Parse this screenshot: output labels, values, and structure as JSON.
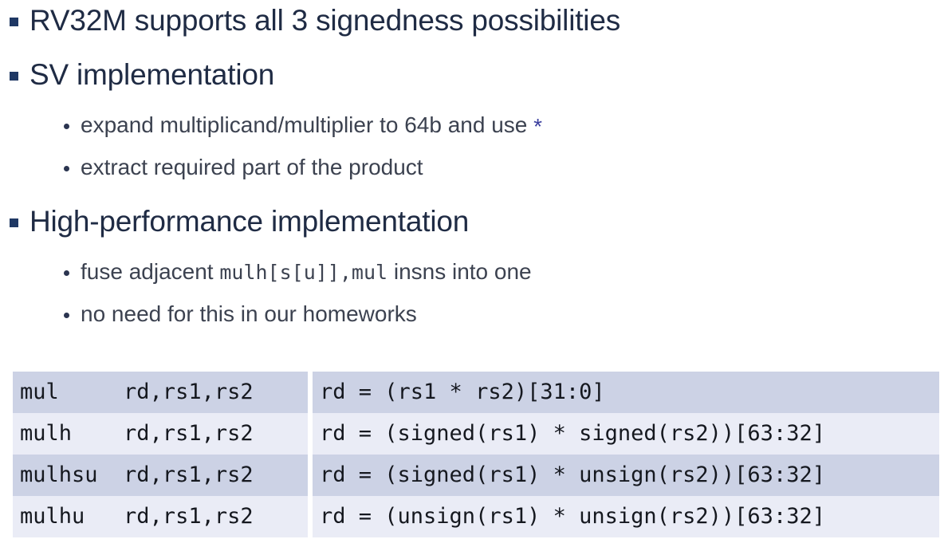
{
  "slide": {
    "bullets": [
      {
        "level": 1,
        "marker": "square-bullet",
        "text": "RV32M supports all 3 signedness possibilities"
      },
      {
        "level": 1,
        "marker": "square-bullet",
        "text": "SV implementation"
      },
      {
        "level": 2,
        "marker": "round-bullet",
        "text_before": "expand multiplicand/multiplier to 64b and use ",
        "mono": "",
        "text_after": "",
        "suffix_symbol": "*"
      },
      {
        "level": 2,
        "marker": "round-bullet",
        "text_before": "extract required part of the product",
        "mono": "",
        "text_after": "",
        "suffix_symbol": ""
      },
      {
        "level": 1,
        "marker": "square-bullet",
        "text": "High-performance implementation"
      },
      {
        "level": 2,
        "marker": "round-bullet",
        "text_before": "fuse adjacent ",
        "mono": "mulh[s[u]],mul",
        "text_after": " insns into one",
        "suffix_symbol": ""
      },
      {
        "level": 2,
        "marker": "round-bullet",
        "text_before": "no need for this in our homeworks",
        "mono": "",
        "text_after": "",
        "suffix_symbol": ""
      }
    ]
  },
  "isa_table": {
    "rows": [
      {
        "instruction": "mul     rd,rs1,rs2",
        "semantics": "rd = (rs1 * rs2)[31:0]"
      },
      {
        "instruction": "mulh    rd,rs1,rs2",
        "semantics": "rd = (signed(rs1) * signed(rs2))[63:32]"
      },
      {
        "instruction": "mulhsu  rd,rs1,rs2",
        "semantics": "rd = (signed(rs1) * unsign(rs2))[63:32]"
      },
      {
        "instruction": "mulhu   rd,rs1,rs2",
        "semantics": "rd = (unsign(rs1) * unsign(rs2))[63:32]"
      }
    ]
  },
  "colors": {
    "bullet_square": "#1f3864",
    "heading_text": "#1f2b44",
    "sub_text": "#3c4250",
    "asterisk_accent": "#3b3f9e",
    "table_row_odd": "#ccd2e5",
    "table_row_even": "#eaecf6",
    "table_text": "#15181f",
    "background": "#ffffff"
  }
}
